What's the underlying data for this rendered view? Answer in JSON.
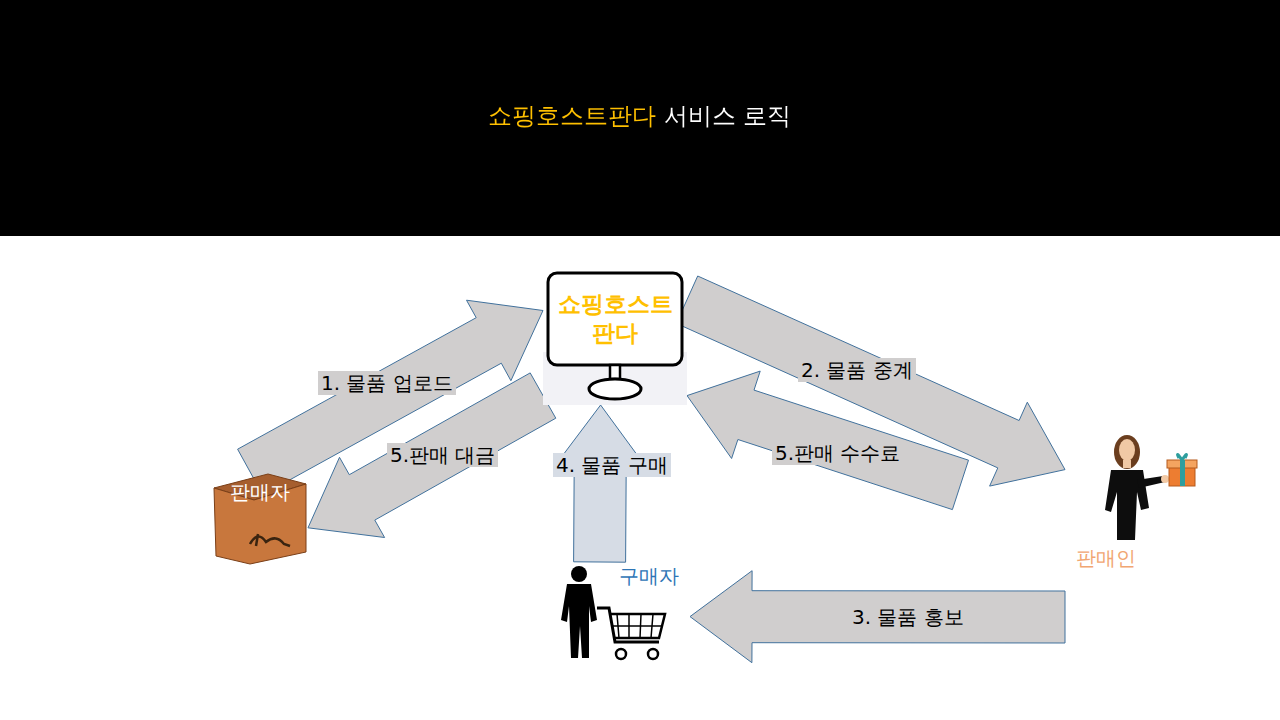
{
  "diagram": {
    "title": "쇼핑호스트판다 서비스 로직",
    "nodes": [
      {
        "text": [
          "쇼핑호스트 판다"
        ]
      },
      {
        "text": [
          "판매자"
        ]
      },
      {
        "text": [
          "판매인"
        ]
      },
      {
        "text": [
          "구매자"
        ]
      }
    ],
    "edges": [
      {
        "from": 1,
        "to": 0,
        "label": "1. 물품 업로드",
        "arrow": "to"
      },
      {
        "from": 0,
        "to": 2,
        "label": "2. 물품 중계",
        "arrow": "to"
      },
      {
        "from": 2,
        "to": 3,
        "label": "3. 물품 홍보",
        "arrow": "to"
      },
      {
        "from": 3,
        "to": 0,
        "label": "4. 물품 구매",
        "arrow": "to"
      },
      {
        "from": 0,
        "to": 1,
        "label": "5.판매 대금",
        "arrow": "to"
      },
      {
        "from": 2,
        "to": 0,
        "label": "5.판매 수수료",
        "arrow": "to"
      }
    ]
  }
}
